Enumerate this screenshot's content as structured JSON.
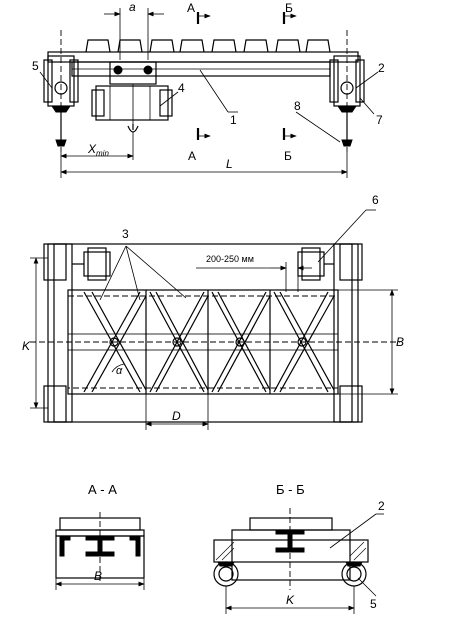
{
  "views": {
    "elevation": {
      "dimensions": {
        "a": "a",
        "xmin_x": "X",
        "xmin_sub": "min",
        "L": "L"
      },
      "sections": {
        "A_top": "А",
        "A_bottom": "А",
        "B_top": "Б",
        "B_bottom": "Б"
      },
      "callouts": [
        "1",
        "2",
        "4",
        "5",
        "7",
        "8"
      ]
    },
    "plan": {
      "dimensions": {
        "gap": "200-250 мм",
        "K": "K",
        "B": "B",
        "D": "D",
        "alpha": "α"
      },
      "callouts": [
        "3",
        "6"
      ]
    },
    "section_a": {
      "title": "А - А",
      "dimensions": {
        "B": "B"
      }
    },
    "section_b": {
      "title": "Б - Б",
      "dimensions": {
        "K": "K"
      },
      "callouts": [
        "2",
        "5"
      ]
    }
  }
}
